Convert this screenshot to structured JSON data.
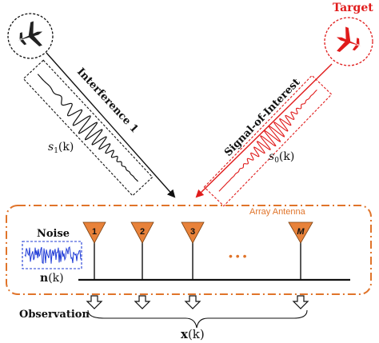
{
  "labels": {
    "target": "Target",
    "interference": "Interference 1",
    "signal_of_interest": "Signal-of-Interest",
    "s1": "s",
    "s1_sub": "1",
    "s1_arg": "(k)",
    "s0": "s",
    "s0_sub": "0",
    "s0_arg": "(k)",
    "array_antenna": "Array Antenna",
    "noise": "Noise",
    "noise_vec": "n",
    "noise_arg": "(k)",
    "observation": "Observation",
    "x_vec": "x",
    "x_arg": "(k)",
    "ellipsis": "• • •"
  },
  "antennas": [
    "1",
    "2",
    "3",
    "M"
  ],
  "colors": {
    "target_red": "#e01b1b",
    "orange": "#e0742a",
    "antenna_fill": "#e8823a",
    "blue_noise": "#1f3bd6",
    "black": "#111111"
  },
  "icons": {
    "interferer": "airplane-icon",
    "target": "airplane-icon",
    "observation": "down-arrow-icon"
  }
}
